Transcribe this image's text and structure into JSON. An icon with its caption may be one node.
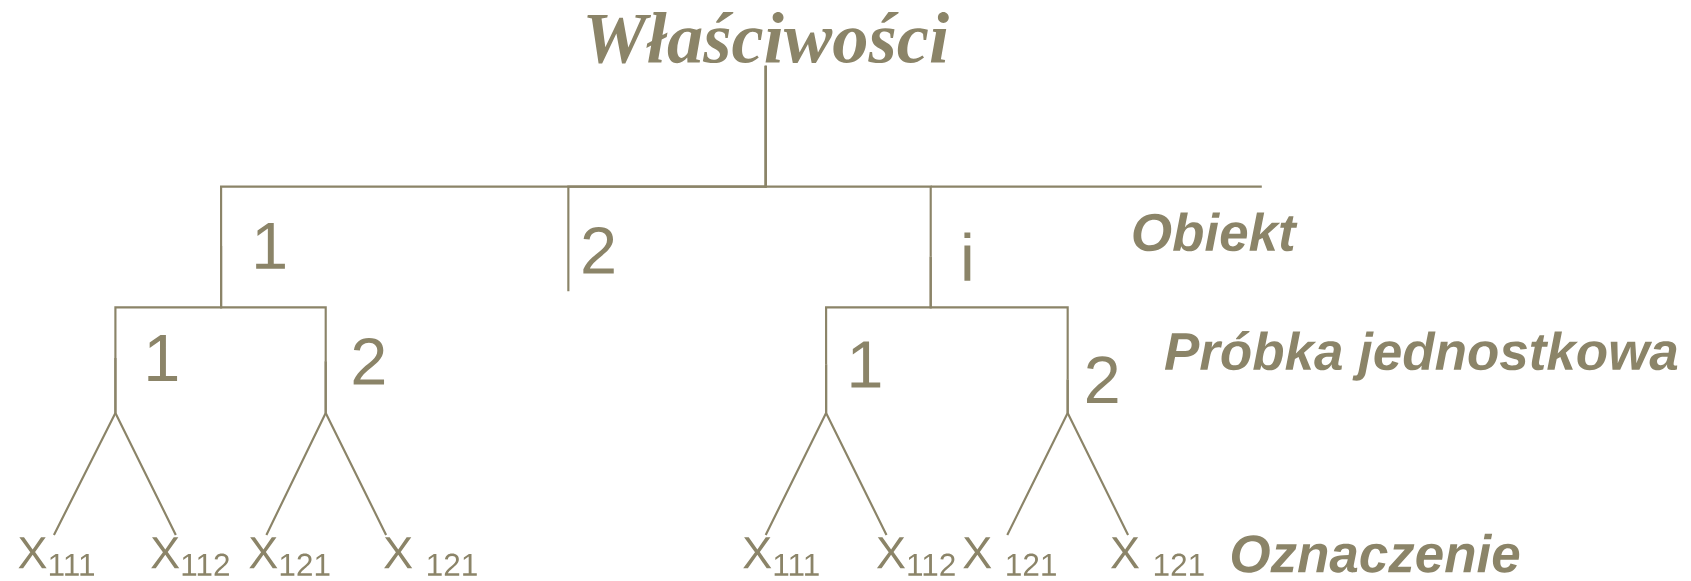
{
  "diagram": {
    "nodes": [
      {
        "text": [
          "Właściwości"
        ]
      },
      {
        "text": [
          "1"
        ]
      },
      {
        "text": [
          "2"
        ]
      },
      {
        "text": [
          "i"
        ]
      },
      {
        "text": [
          "1"
        ]
      },
      {
        "text": [
          "2"
        ]
      },
      {
        "text": [
          "1"
        ]
      },
      {
        "text": [
          "2"
        ]
      },
      {
        "text": [
          "X$_{111}$"
        ]
      },
      {
        "text": [
          "X$_{112}$"
        ]
      },
      {
        "text": [
          "X$_{121}$"
        ]
      },
      {
        "text": [
          "X $_{121}$"
        ]
      },
      {
        "text": [
          "X$_{111}$"
        ]
      },
      {
        "text": [
          "X$_{112}$"
        ]
      },
      {
        "text": [
          "X $_{121}$"
        ]
      },
      {
        "text": [
          "X $_{121}$"
        ]
      }
    ],
    "edges": [
      {
        "from": 0,
        "to": 1,
        "arrow": "none"
      },
      {
        "from": 0,
        "to": 2,
        "arrow": "none"
      },
      {
        "from": 0,
        "to": 3,
        "arrow": "none"
      },
      {
        "from": 1,
        "to": 4,
        "arrow": "none"
      },
      {
        "from": 1,
        "to": 5,
        "arrow": "none"
      },
      {
        "from": 3,
        "to": 6,
        "arrow": "none"
      },
      {
        "from": 3,
        "to": 7,
        "arrow": "none"
      },
      {
        "from": 4,
        "to": 8,
        "arrow": "none"
      },
      {
        "from": 4,
        "to": 9,
        "arrow": "none"
      },
      {
        "from": 5,
        "to": 10,
        "arrow": "none"
      },
      {
        "from": 5,
        "to": 11,
        "arrow": "none"
      },
      {
        "from": 6,
        "to": 12,
        "arrow": "none"
      },
      {
        "from": 6,
        "to": 13,
        "arrow": "none"
      },
      {
        "from": 7,
        "to": 14,
        "arrow": "none"
      },
      {
        "from": 7,
        "to": 15,
        "arrow": "none"
      }
    ],
    "labels": [
      "Obiekt",
      "Próbka jednostkowa",
      "Oznaczenie"
    ]
  }
}
